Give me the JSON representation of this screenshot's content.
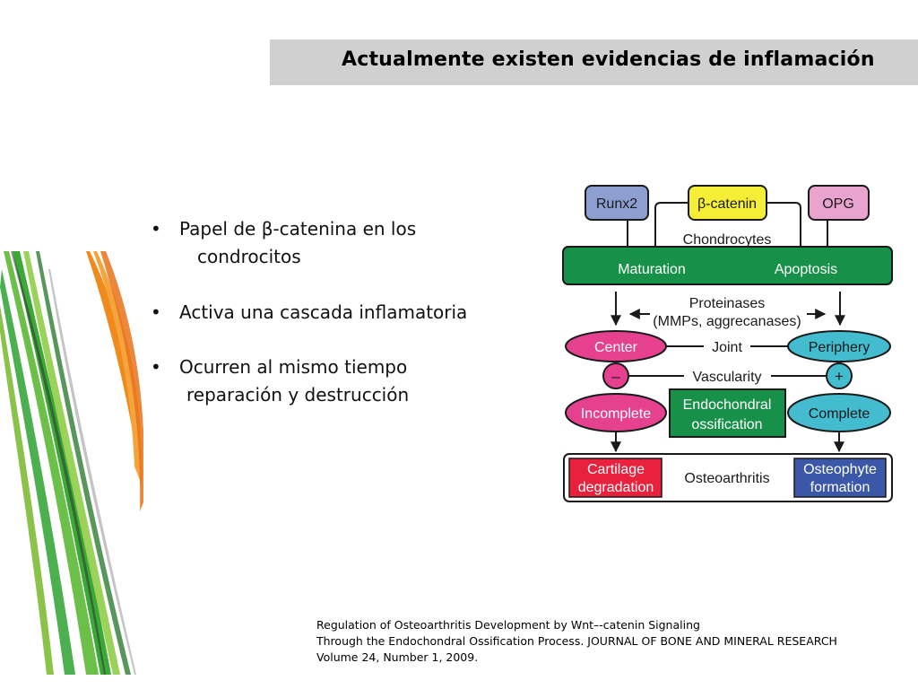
{
  "slide": {
    "title": "Actualmente existen evidencias de inflamación",
    "bullets": [
      {
        "marker": "•",
        "line1": "Papel de β-catenina en los",
        "line2": "condrocitos"
      },
      {
        "marker": "•",
        "line1": "Activa una cascada inflamatoria"
      },
      {
        "marker": "•",
        "line1": "Ocurren al mismo tiempo",
        "line2": "reparación y destrucción"
      }
    ]
  },
  "diagram": {
    "top_boxes": {
      "runx2": "Runx2",
      "beta_catenin": "β-catenin",
      "opg": "OPG"
    },
    "chondrocytes_label": "Chondrocytes",
    "green_bar": {
      "maturation": "Maturation",
      "apoptosis": "Apoptosis"
    },
    "proteinases_line1": "Proteinases",
    "proteinases_line2": "(MMPs, aggrecanases)",
    "joint": {
      "center": "Center",
      "label": "Joint",
      "periphery": "Periphery"
    },
    "vascularity": {
      "minus": "–",
      "label": "Vascularity",
      "plus": "+"
    },
    "ossification": {
      "incomplete": "Incomplete",
      "endo_line1": "Endochondral",
      "endo_line2": "ossification",
      "complete": "Complete"
    },
    "outcome": {
      "cartilage_line1": "Cartilage",
      "cartilage_line2": "degradation",
      "osteoarthritis": "Osteoarthritis",
      "osteophyte_line1": "Osteophyte",
      "osteophyte_line2": "formation"
    },
    "colors": {
      "runx2": "#8c9fd0",
      "beta_catenin": "#f4ee36",
      "opg": "#e8a3cf",
      "green": "#17914a",
      "pink": "#e5418f",
      "cyan": "#43bcd0",
      "red": "#e8213c",
      "blue": "#3a57a8"
    }
  },
  "citation": {
    "line1": "Regulation of Osteoarthritis Development by Wnt–-catenin Signaling",
    "line2": "Through the Endochondral Ossification Process. JOURNAL OF BONE AND MINERAL RESEARCH",
    "line3": "Volume 24, Number 1, 2009."
  }
}
